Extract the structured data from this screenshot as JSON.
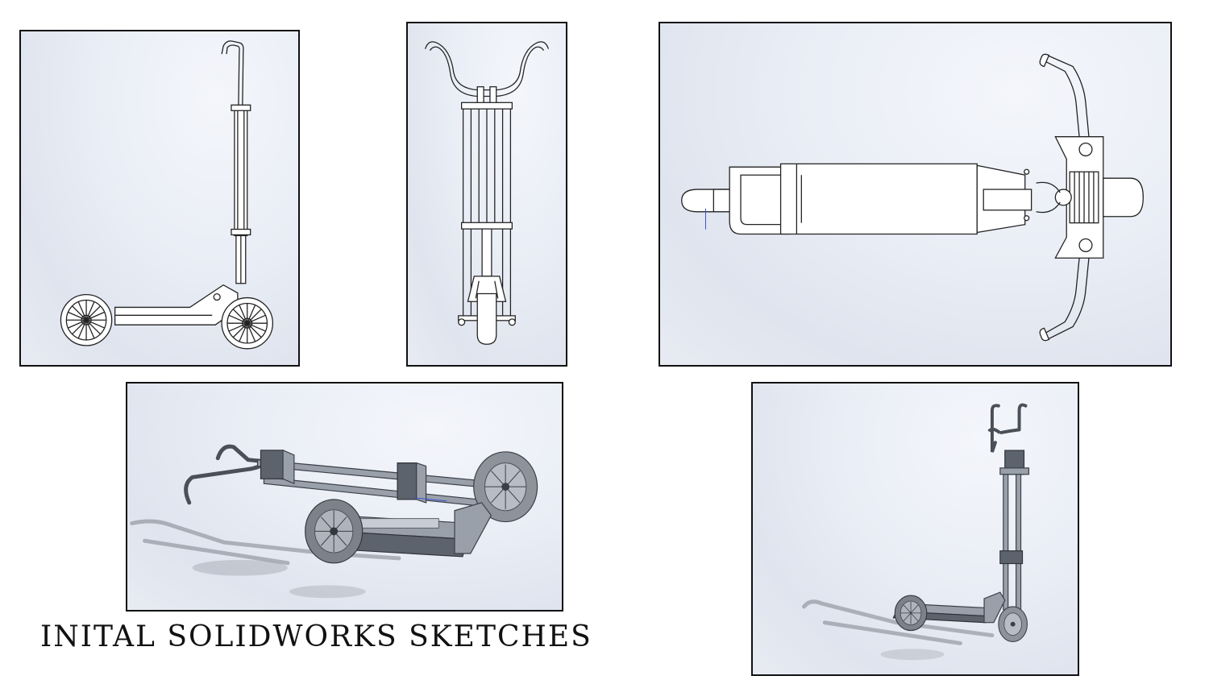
{
  "caption": "INITAL SOLIDWORKS SKETCHES",
  "colors": {
    "border": "#111111",
    "background": "#e6eaf2",
    "line": "#222222",
    "solid_model": "#9aa0aa"
  },
  "views": [
    {
      "id": "side-view"
    },
    {
      "id": "front-view"
    },
    {
      "id": "top-view"
    },
    {
      "id": "folded-isometric-view"
    },
    {
      "id": "upright-isometric-view"
    }
  ]
}
